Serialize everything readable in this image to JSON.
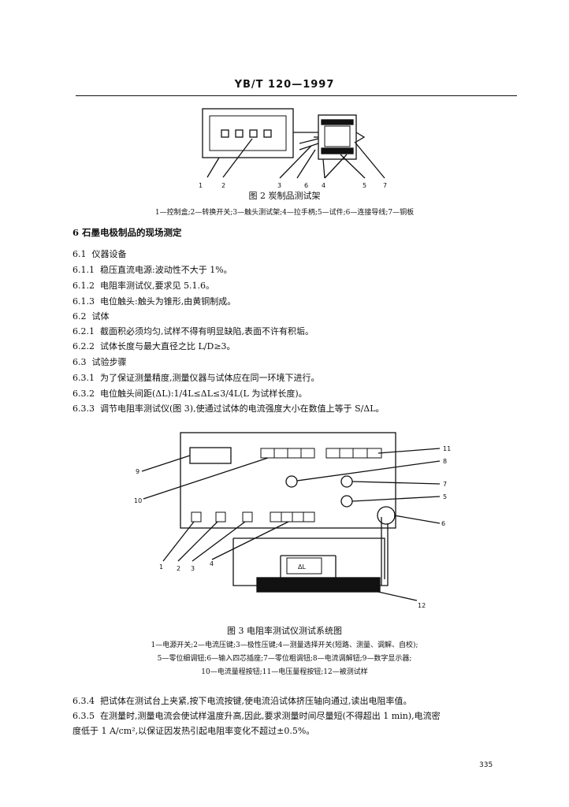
{
  "header": "YB/T 120—1997",
  "figure2": {
    "caption": "图 2  炭制品测试架",
    "legend": "1—控制盒;2—转换开关;3—触头测试架;4—拉手柄;5—试件;6—连接导线;7—铜板",
    "labels": [
      "1",
      "2",
      "3",
      "6",
      "4",
      "5",
      "7"
    ]
  },
  "section6": {
    "title": "6  石墨电极制品的现场测定",
    "lines": [
      {
        "num": "6.1",
        "text": "仪器设备"
      },
      {
        "num": "6.1.1",
        "text": "稳压直流电源:波动性不大于 1%。"
      },
      {
        "num": "6.1.2",
        "text": "电阻率测试仪,要求见 5.1.6。"
      },
      {
        "num": "6.1.3",
        "text": "电位触头:触头为锥形,由黄铜制成。"
      },
      {
        "num": "6.2",
        "text": "试体"
      },
      {
        "num": "6.2.1",
        "text": "截面积必须均匀,试样不得有明显缺陷,表面不许有积垢。"
      },
      {
        "num": "6.2.2",
        "text": "试体长度与最大直径之比 L/D≥3。"
      },
      {
        "num": "6.3",
        "text": "试验步骤"
      },
      {
        "num": "6.3.1",
        "text": "为了保证测量精度,测量仪器与试体应在同一环境下进行。"
      },
      {
        "num": "6.3.2",
        "text": "电位触头间距(ΔL):1/4L≤ΔL≤3/4L(L 为试样长度)。"
      },
      {
        "num": "6.3.3",
        "text": "调节电阻率测试仪(图 3),使通过试体的电流强度大小在数值上等于 S/ΔL。"
      }
    ]
  },
  "figure3": {
    "caption": "图 3  电阻率测试仪测试系统图",
    "legend_lines": [
      "1—电源开关;2—电流压键;3—极性压键;4—测量选择开关(短路、测量、调解、自校);",
      "5—零位细调钮;6—输入四芯插座;7—零位粗调钮;8—电流调解钮;9—数字显示器;",
      "10—电流量程按钮;11—电压量程按钮;12—被测试样"
    ],
    "delta_label": "ΔL",
    "labels": [
      "9",
      "10",
      "11",
      "8",
      "7",
      "5",
      "6",
      "1",
      "2",
      "3",
      "4",
      "12"
    ]
  },
  "steps_after": [
    {
      "num": "6.3.4",
      "text": "把试体在测试台上夹紧,按下电流按键,使电流沿试体挤压轴向通过,读出电阻率值。"
    },
    {
      "num": "6.3.5",
      "text": "在测量时,测量电流会使试样温度升高,因此,要求测量时间尽量短(不得超出 1 min),电流密"
    }
  ],
  "continuation": "度低于 1 A/cm²,以保证因发热引起电阻率变化不超过±0.5%。",
  "page_number": "335"
}
